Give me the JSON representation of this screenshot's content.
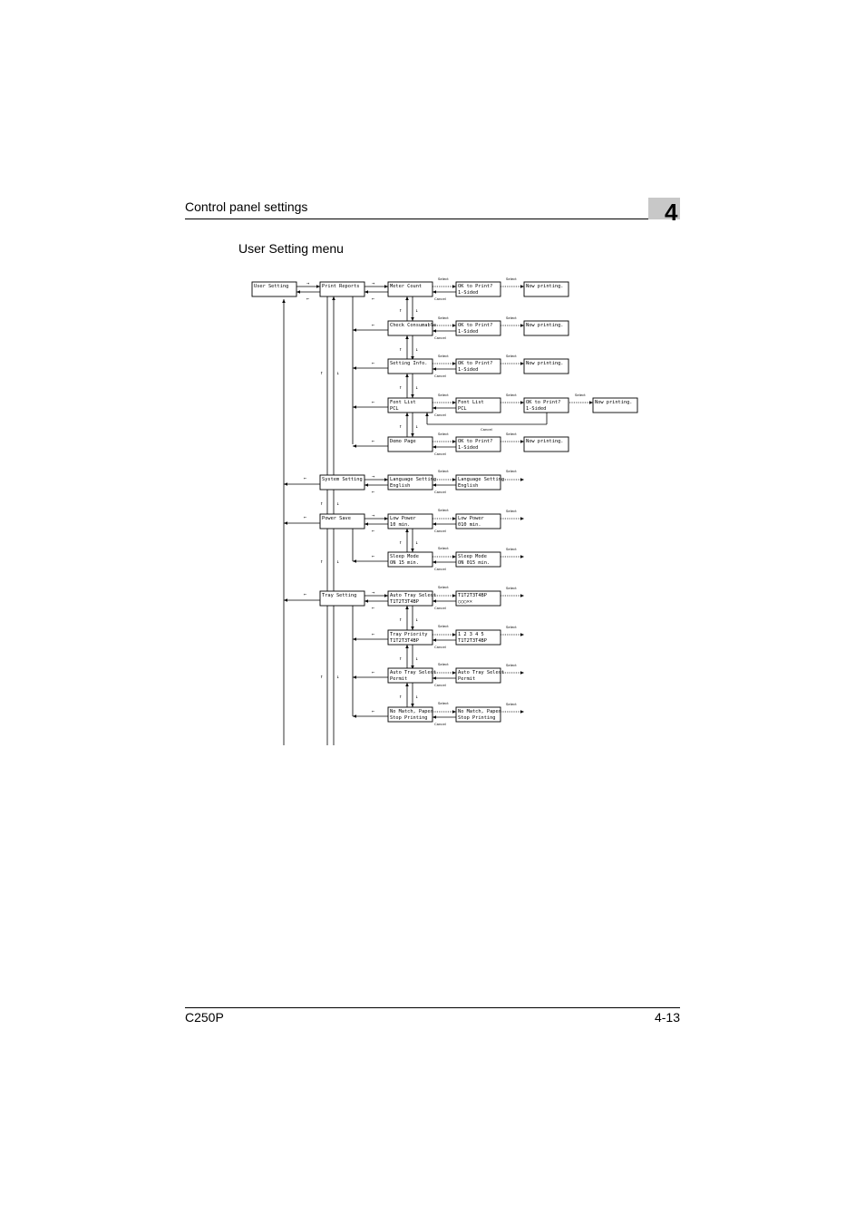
{
  "header": {
    "title": "Control panel settings",
    "chapter": "4"
  },
  "section": {
    "title": "User Setting menu"
  },
  "footer": {
    "model": "C250P",
    "page": "4-13"
  },
  "labels": {
    "select": "Select",
    "cancel": "Cancel"
  },
  "diagram": {
    "root": "User Setting",
    "print_reports": "Print Reports",
    "meter_count": "Meter Count",
    "check_consumable": "Check Consumable",
    "setting_info": "Setting Info.",
    "font_list": [
      "Font List",
      "PCL"
    ],
    "demo_page": "Demo Page",
    "ok_to_print": [
      "OK to Print?",
      "1-Sided"
    ],
    "now_printing": "Now printing.",
    "system_setting": "System Setting",
    "language_setting": [
      "Language Setting",
      "English"
    ],
    "power_save": "Power Save",
    "low_power": [
      "Low Power",
      " 10 min."
    ],
    "low_power_edit": [
      "Low Power",
      "010 min."
    ],
    "sleep_mode": [
      "Sleep Mode",
      "ON    15 min."
    ],
    "sleep_mode_edit": [
      "Sleep Mode",
      "ON   015 min."
    ],
    "tray_setting": "Tray Setting",
    "auto_tray_select": [
      "Auto Tray Select",
      "T1T2T3T4BP"
    ],
    "auto_tray_select_edit": [
      "T1T2T3T4BP",
      "○○○××"
    ],
    "tray_priority": [
      "Tray Priority",
      "T1T2T3T4BP"
    ],
    "tray_priority_edit": [
      "1 2 3 4 5",
      "T1T2T3T4BP"
    ],
    "auto_tray_switch": [
      "Auto Tray Select",
      "Permit"
    ],
    "no_match_paper": [
      "No Match, Paper",
      "Stop Printing"
    ]
  }
}
